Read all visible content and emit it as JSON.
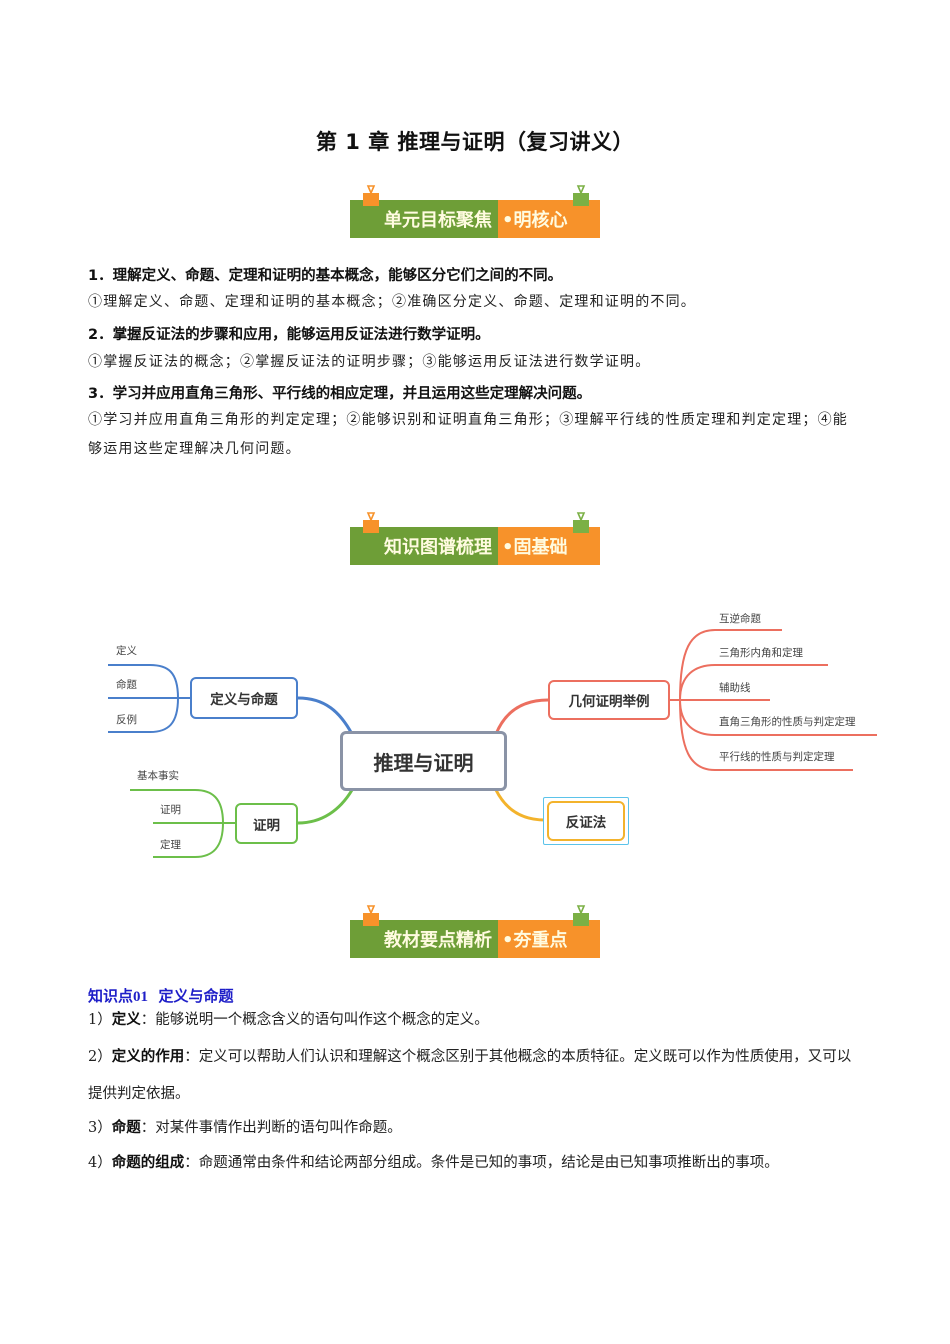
{
  "document": {
    "title": "第 1 章  推理与证明（复习讲义）"
  },
  "banners": [
    {
      "left": "单元目标聚焦",
      "right": "•明核心"
    },
    {
      "left": "知识图谱梳理",
      "right": "•固基础"
    },
    {
      "left": "教材要点精析",
      "right": "•夯重点"
    }
  ],
  "colors": {
    "banner_green": "#6e9e37",
    "banner_orange": "#f7922a",
    "heading_blue": "#1e1ec8",
    "mm_blue": "#4a7fcb",
    "mm_green": "#6cbf4a",
    "mm_red": "#ec6f5f",
    "mm_gold": "#f3b32c",
    "mm_center_border": "#8a93a6",
    "mm_cyan": "#5bc3ea"
  },
  "objectives": [
    {
      "heading": "1．理解定义、命题、定理和证明的基本概念，能够区分它们之间的不同。",
      "detail": "①理解定义、命题、定理和证明的基本概念；②准确区分定义、命题、定理和证明的不同。"
    },
    {
      "heading": "2．掌握反证法的步骤和应用，能够运用反证法进行数学证明。",
      "detail": "①掌握反证法的概念；②掌握反证法的证明步骤；③能够运用反证法进行数学证明。"
    },
    {
      "heading": "3．学习并应用直角三角形、平行线的相应定理，并且运用这些定理解决问题。",
      "detail": "①学习并应用直角三角形的判定定理；②能够识别和证明直角三角形；③理解平行线的性质定理和判定定理；④能够运用这些定理解决几何问题。"
    }
  ],
  "mindmap": {
    "center": "推理与证明",
    "branches": [
      {
        "label": "定义与命题",
        "children": [
          "定义",
          "命题",
          "反例"
        ]
      },
      {
        "label": "证明",
        "children": [
          "基本事实",
          "证明",
          "定理"
        ]
      },
      {
        "label": "几何证明举例",
        "children": [
          "互逆命题",
          "三角形内角和定理",
          "辅助线",
          "直角三角形的性质与判定定理",
          "平行线的性质与判定定理"
        ]
      },
      {
        "label": "反证法",
        "children": []
      }
    ]
  },
  "section": {
    "heading_prefix": "知识点",
    "heading_num": "01",
    "heading_title": "定义与命题",
    "items": [
      {
        "index": "1）",
        "term": "定义",
        "text": "：能够说明一个概念含义的语句叫作这个概念的定义。"
      },
      {
        "index": "2）",
        "term": "定义的作用",
        "text": "：定义可以帮助人们认识和理解这个概念区别于其他概念的本质特征。定义既可以作为性质使用，又可以提供判定依据。"
      },
      {
        "index": "3）",
        "term": "命题",
        "text": "：对某件事情作出判断的语句叫作命题。"
      },
      {
        "index": "4）",
        "term": "命题的组成",
        "text": "：命题通常由条件和结论两部分组成。条件是已知的事项，结论是由已知事项推断出的事项。"
      }
    ]
  }
}
